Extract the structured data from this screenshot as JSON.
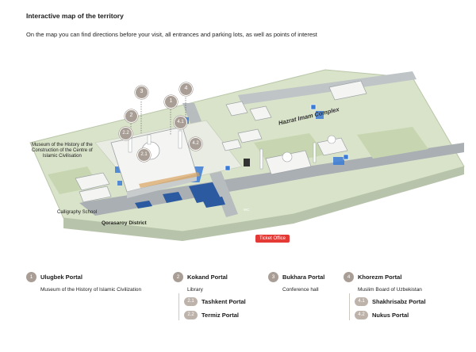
{
  "header": {
    "title": "Interactive map of the territory",
    "description": "On the map you can find directions before your visit, all entrances and parking lots, as well as points of interest"
  },
  "map": {
    "labels": {
      "museum_construction": "Museum of the History of the\nConstruction of the Centre of\nIslamic Civilisation",
      "calligraphy_school": "Calligraphy School",
      "qorasaroy": "Qorasaroy District",
      "hazrat_imam": "Hazrat Imam Complex",
      "ticket_office": "Ticket Office",
      "wc": "WC"
    },
    "pins": [
      "1",
      "2",
      "3",
      "4",
      "2.1",
      "2.2",
      "4.1",
      "4.2"
    ],
    "colors": {
      "ground": "#d9e3c9",
      "road": "#a9afb3",
      "building": "#f4f4f2",
      "accent_pin": "#a99e95",
      "parking": "#3a7bd5",
      "water": "#2c5aa0",
      "ticket": "#e53935"
    }
  },
  "legend": {
    "portals": [
      {
        "num": "1",
        "name": "Ulugbek Portal",
        "desc": "Museum of the History of Islamic Civilization",
        "subs": []
      },
      {
        "num": "2",
        "name": "Kokand Portal",
        "desc": "Library",
        "subs": [
          {
            "num": "2.1",
            "name": "Tashkent Portal"
          },
          {
            "num": "2.2",
            "name": "Termiz Portal"
          }
        ]
      },
      {
        "num": "3",
        "name": "Bukhara Portal",
        "desc": "Conference hall",
        "subs": []
      },
      {
        "num": "4",
        "name": "Khorezm Portal",
        "desc": "Muslim Board of Uzbekistan",
        "subs": [
          {
            "num": "4.1",
            "name": "Shakhrisabz Portal"
          },
          {
            "num": "4.2",
            "name": "Nukus Portal"
          }
        ]
      }
    ]
  }
}
